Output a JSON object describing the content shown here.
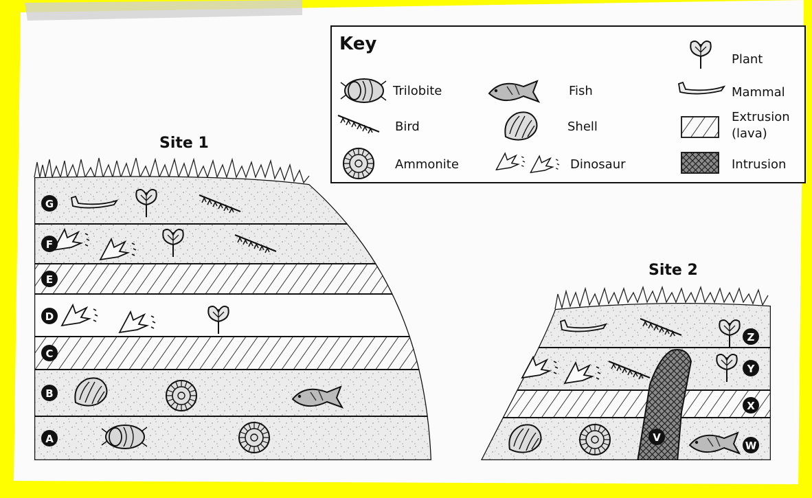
{
  "key": {
    "title": "Key",
    "items": {
      "trilobite": "Trilobite",
      "fish": "Fish",
      "mammal": "Mammal",
      "plant": "Plant",
      "bird": "Bird",
      "shell": "Shell",
      "extrusion_line1": "Extrusion",
      "extrusion_line2": "(lava)",
      "ammonite": "Ammonite",
      "dinosaur": "Dinosaur",
      "intrusion": "Intrusion"
    }
  },
  "site1": {
    "title": "Site 1",
    "layers": [
      {
        "label": "G",
        "fossils": [
          "mammal",
          "plant",
          "bird"
        ]
      },
      {
        "label": "F",
        "fossils": [
          "dinosaur",
          "dinosaur",
          "plant",
          "bird"
        ]
      },
      {
        "label": "E",
        "fossils": [
          "extrusion"
        ]
      },
      {
        "label": "D",
        "fossils": [
          "dinosaur",
          "dinosaur",
          "plant"
        ]
      },
      {
        "label": "C",
        "fossils": [
          "extrusion"
        ]
      },
      {
        "label": "B",
        "fossils": [
          "shell",
          "ammonite",
          "fish"
        ]
      },
      {
        "label": "A",
        "fossils": [
          "trilobite",
          "ammonite"
        ]
      }
    ]
  },
  "site2": {
    "title": "Site 2",
    "layers": [
      {
        "label": "Z",
        "fossils": [
          "mammal",
          "bird",
          "plant"
        ]
      },
      {
        "label": "Y",
        "fossils": [
          "dinosaur",
          "dinosaur",
          "bird",
          "plant"
        ]
      },
      {
        "label": "X",
        "fossils": [
          "extrusion"
        ]
      },
      {
        "label": "W",
        "fossils": [
          "shell",
          "ammonite",
          "fish"
        ]
      }
    ],
    "intrusion_label": "V"
  }
}
